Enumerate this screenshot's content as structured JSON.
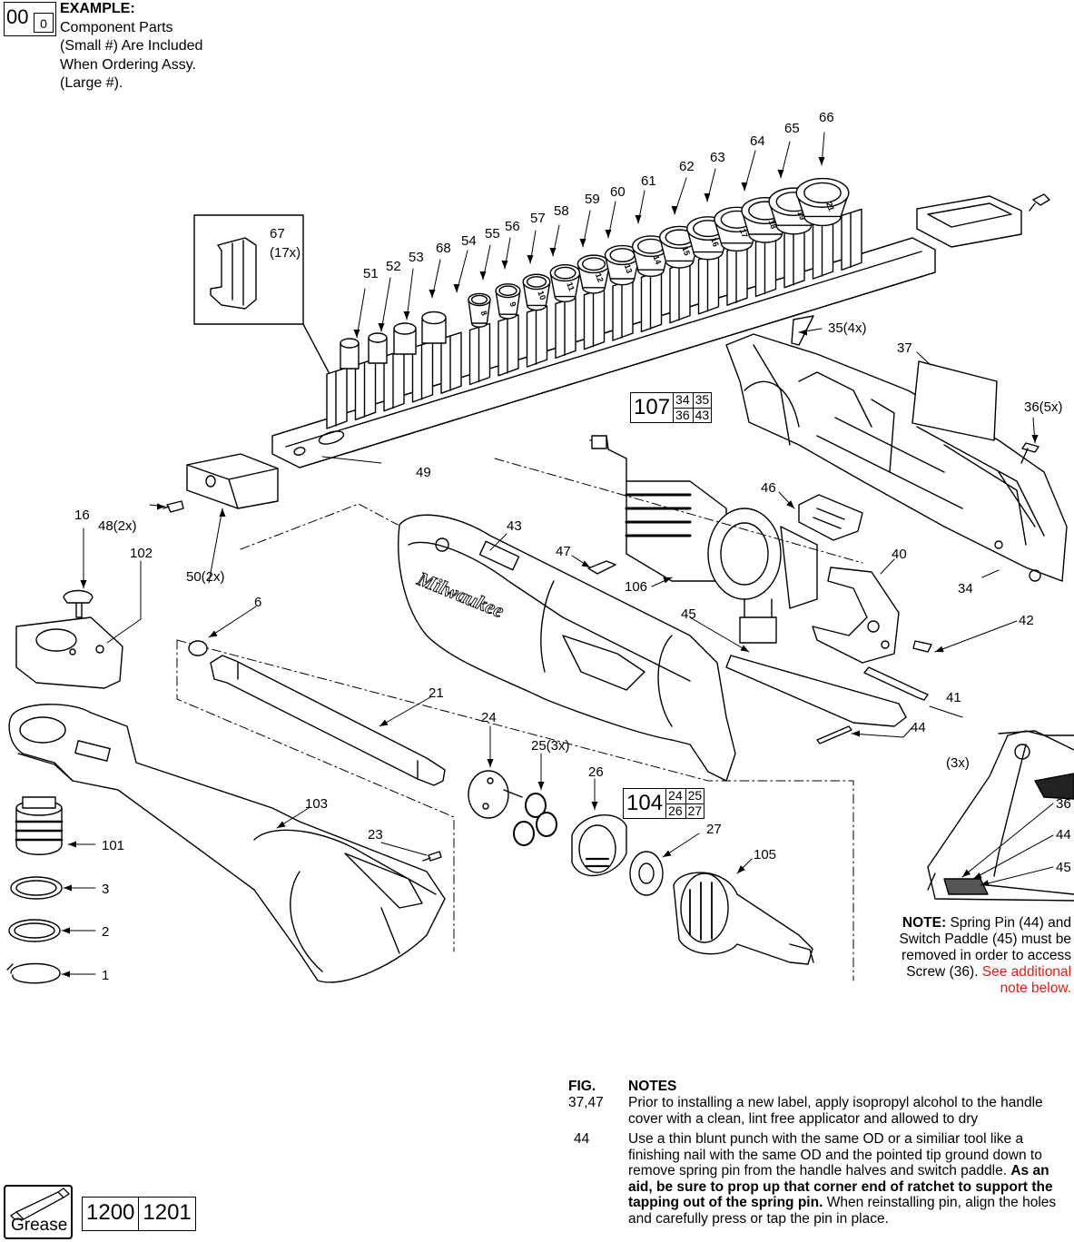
{
  "example": {
    "big": "00",
    "small": "0",
    "title": "EXAMPLE:",
    "lines": [
      "Component Parts",
      "(Small #) Are Included",
      "When Ordering Assy.",
      "(Large #)."
    ]
  },
  "callouts": [
    "51",
    "52",
    "53",
    "68",
    "54",
    "55",
    "56",
    "57",
    "58",
    "59",
    "60",
    "61",
    "62",
    "63",
    "64",
    "65",
    "66",
    "67",
    "(17x)",
    "35(4x)",
    "37",
    "36(5x)",
    "49",
    "48(2x)",
    "50(2x)",
    "16",
    "102",
    "6",
    "43",
    "47",
    "106",
    "46",
    "40",
    "34",
    "45",
    "42",
    "41",
    "(3x)",
    "44",
    "21",
    "24",
    "25(3x)",
    "26",
    "27",
    "105",
    "103",
    "23",
    "101",
    "3",
    "2",
    "1",
    "36",
    "44",
    "45"
  ],
  "kits": {
    "k107": {
      "main": "107",
      "parts": [
        "34",
        "35",
        "36",
        "43"
      ]
    },
    "k104": {
      "main": "104",
      "parts": [
        "24",
        "25",
        "26",
        "27"
      ]
    }
  },
  "socket_sizes": [
    "8",
    "9",
    "10",
    "11",
    "12",
    "13",
    "14",
    "15",
    "16",
    "17",
    "18",
    "19",
    "21"
  ],
  "side_note": {
    "bold": "NOTE:",
    "text": "Spring Pin (44) and Switch Paddle (45) must be removed in order to access Screw (36).",
    "red": "See additional note below."
  },
  "notes": {
    "fig_header": "FIG.",
    "notes_header": "NOTES",
    "rows": [
      {
        "fig": "37,47",
        "text": "Prior to installing a new label, apply isopropyl alcohol to the handle cover with a clean, lint free applicator and allowed to dry"
      },
      {
        "fig": "44",
        "text_a": "Use a thin blunt punch with the same OD or a similiar tool like a finishing nail with the same OD and the pointed tip ground down to remove spring pin from the handle halves and switch paddle.",
        "text_bold": "As an aid, be sure to prop up that corner end of ratchet to support the tapping out of the spring pin.",
        "text_b": "When reinstalling pin, align the holes and carefully press or tap the pin in place."
      }
    ]
  },
  "grease": {
    "label": "Grease",
    "codes": [
      "1200",
      "1201"
    ]
  },
  "colors": {
    "note_red": "#e0201b",
    "ink": "#000000"
  }
}
